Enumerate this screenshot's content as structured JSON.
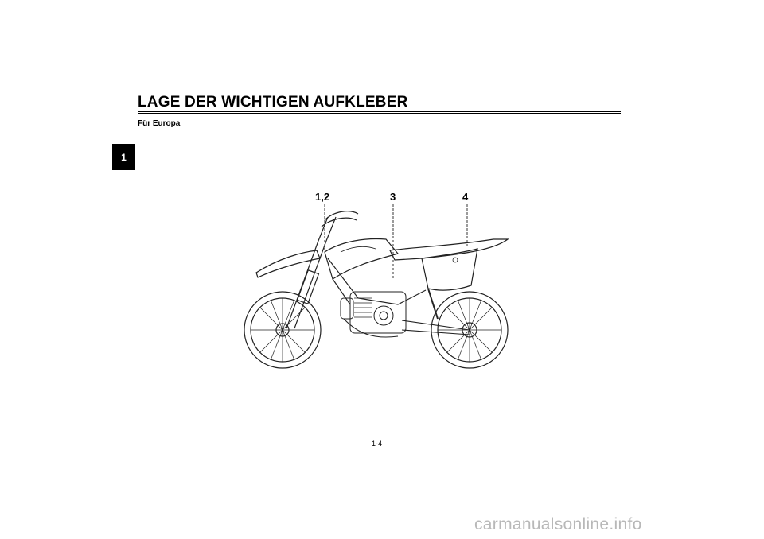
{
  "chapter_tab": "1",
  "page_title": "LAGE DER WICHTIGEN AUFKLEBER",
  "subtitle": "Für Europa",
  "callouts": {
    "c12": "1,2",
    "c3": "3",
    "c4": "4"
  },
  "page_number": "1-4",
  "watermark": "carmanualsonline.info"
}
